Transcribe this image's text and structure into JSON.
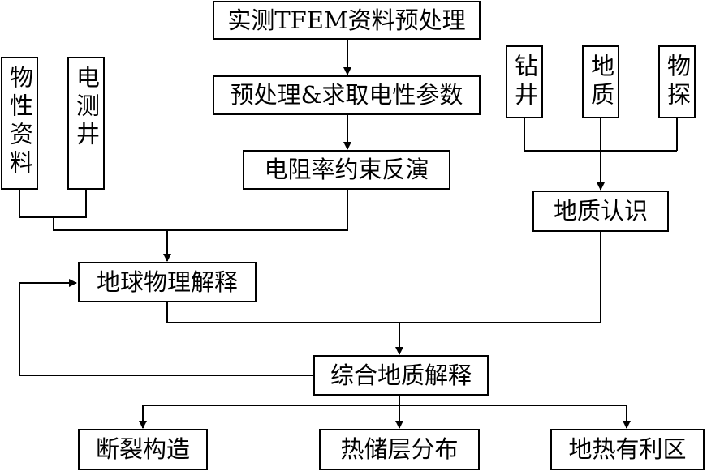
{
  "nodes": {
    "tfem_preprocess": "实测TFEM资料预处理",
    "electrical_params": "预处理&求取电性参数",
    "resistivity_inversion": "电阻率约束反演",
    "physical_data": "物性资料",
    "electrical_logging": "电测井",
    "drilling": "钻井",
    "geology": "地质",
    "geophysical_exploration": "物探",
    "geological_knowledge": "地质认识",
    "geophysical_interpretation": "地球物理解释",
    "integrated_interpretation": "综合地质解释",
    "fault_structure": "断裂构造",
    "reservoir_distribution": "热储层分布",
    "geothermal_favorable_zone": "地热有利区"
  }
}
